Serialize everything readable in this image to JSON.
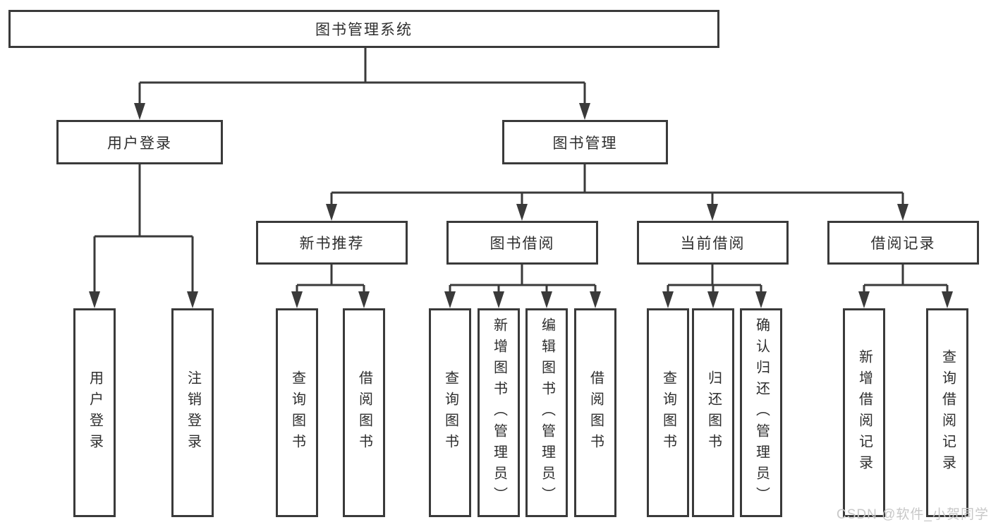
{
  "colors": {
    "line": "#3a3a3a",
    "border": "#3a3a3a",
    "text": "#2e2e2e",
    "watermark": "#c8c8c8",
    "background": "#ffffff"
  },
  "watermark": {
    "text": "CSDN @软件_小贺同学"
  },
  "tree": {
    "root": {
      "label": "图书管理系统",
      "children": [
        {
          "label": "用户登录",
          "children": [
            {
              "label": "用户登录"
            },
            {
              "label": "注销登录"
            }
          ]
        },
        {
          "label": "图书管理",
          "children": [
            {
              "label": "新书推荐",
              "children": [
                {
                  "label": "查询图书"
                },
                {
                  "label": "借阅图书"
                }
              ]
            },
            {
              "label": "图书借阅",
              "children": [
                {
                  "label": "查询图书"
                },
                {
                  "label": "新增图书（管理员）"
                },
                {
                  "label": "编辑图书（管理员）"
                },
                {
                  "label": "借阅图书"
                }
              ]
            },
            {
              "label": "当前借阅",
              "children": [
                {
                  "label": "查询图书"
                },
                {
                  "label": "归还图书"
                },
                {
                  "label": "确认归还（管理员）"
                }
              ]
            },
            {
              "label": "借阅记录",
              "children": [
                {
                  "label": "新增借阅记录"
                },
                {
                  "label": "查询借阅记录"
                }
              ]
            }
          ]
        }
      ]
    }
  }
}
